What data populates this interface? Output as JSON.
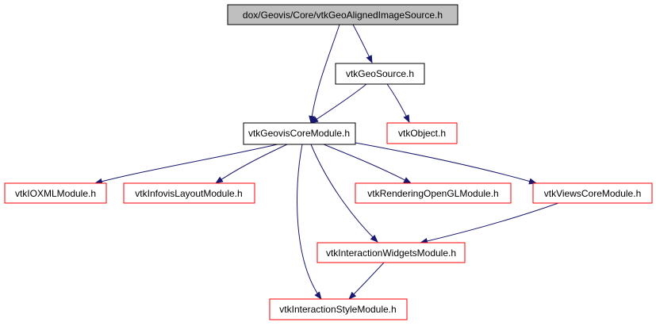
{
  "diagram": {
    "colors": {
      "background": "#ffffff",
      "edge": "#191970",
      "root_fill": "#bfbfbf",
      "internal_border": "#000000",
      "external_border": "#ff0000"
    },
    "nodes": {
      "root": "dox/Geovis/Core/vtkGeoAlignedImageSource.h",
      "geosource": "vtkGeoSource.h",
      "coremodule": "vtkGeovisCoreModule.h",
      "object": "vtkObject.h",
      "ioxml": "vtkIOXMLModule.h",
      "infovis": "vtkInfovisLayoutModule.h",
      "rendering": "vtkRenderingOpenGLModule.h",
      "views": "vtkViewsCoreModule.h",
      "widgets": "vtkInteractionWidgetsModule.h",
      "style": "vtkInteractionStyleModule.h"
    },
    "edges": [
      {
        "from": "root",
        "to": "geosource"
      },
      {
        "from": "root",
        "to": "coremodule"
      },
      {
        "from": "geosource",
        "to": "coremodule"
      },
      {
        "from": "geosource",
        "to": "object"
      },
      {
        "from": "coremodule",
        "to": "ioxml"
      },
      {
        "from": "coremodule",
        "to": "infovis"
      },
      {
        "from": "coremodule",
        "to": "rendering"
      },
      {
        "from": "coremodule",
        "to": "views"
      },
      {
        "from": "coremodule",
        "to": "widgets"
      },
      {
        "from": "coremodule",
        "to": "style"
      },
      {
        "from": "views",
        "to": "widgets"
      },
      {
        "from": "widgets",
        "to": "style"
      }
    ]
  }
}
